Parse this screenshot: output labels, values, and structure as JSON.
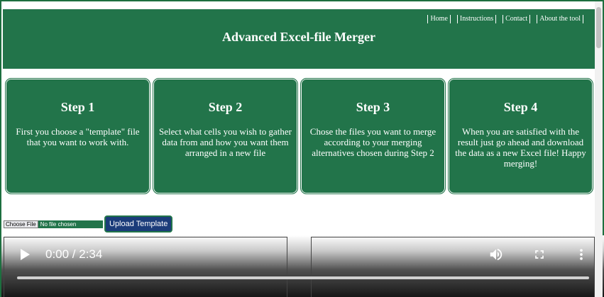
{
  "header": {
    "title": "Advanced Excel-file Merger",
    "nav": [
      "Home",
      "Instructions",
      "Contact",
      "About the tool"
    ]
  },
  "steps": [
    {
      "title": "Step 1",
      "text": "First you choose a \"template\" file that you want to work with."
    },
    {
      "title": "Step 2",
      "text": "Select what cells you wish to gather data from and how you want them arranged in a new file"
    },
    {
      "title": "Step 3",
      "text": "Chose the files you want to merge according to your merging alternatives chosen during Step 2"
    },
    {
      "title": "Step 4",
      "text": "When you are satisfied with the result just go ahead and download the data as a new Excel file! Happy merging!"
    }
  ],
  "upload": {
    "choose_label": "Choose File",
    "status": "No file chosen",
    "button_label": "Upload Template"
  },
  "video": {
    "time": "0:00 / 2:34",
    "progress": 0.0
  },
  "colors": {
    "accent": "#22744a",
    "button": "#1b3c7a"
  }
}
